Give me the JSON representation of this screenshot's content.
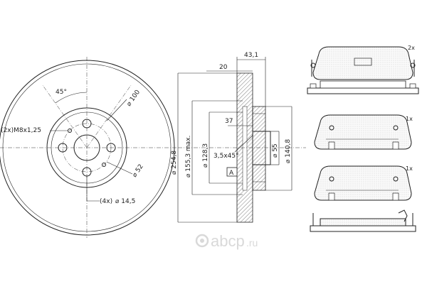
{
  "disc_front": {
    "label_bolt": "(2x)M8x1,25",
    "label_angle": "45°",
    "label_pcd": "100",
    "label_bore": "52",
    "label_holes": "(4x)",
    "label_hole_dia": "14,5"
  },
  "disc_section": {
    "label_top_width": "43,1",
    "label_hub_width": "20",
    "label_depth": "37",
    "label_chamfer": "3,5x45°",
    "label_ref": "A",
    "label_dia_outer": "254,8",
    "label_dia_max": "155,3 max.",
    "label_dia_inner": "128,3",
    "label_dia_hub": "55",
    "label_dia_hat": "140,8"
  },
  "pads": {
    "qty_top": "2x",
    "qty_mid": "1x",
    "qty_bottom": "1x"
  },
  "watermark": {
    "brand": "ꙮ     аbcp",
    "brand_text": "abcp",
    "tld": ".ru"
  }
}
